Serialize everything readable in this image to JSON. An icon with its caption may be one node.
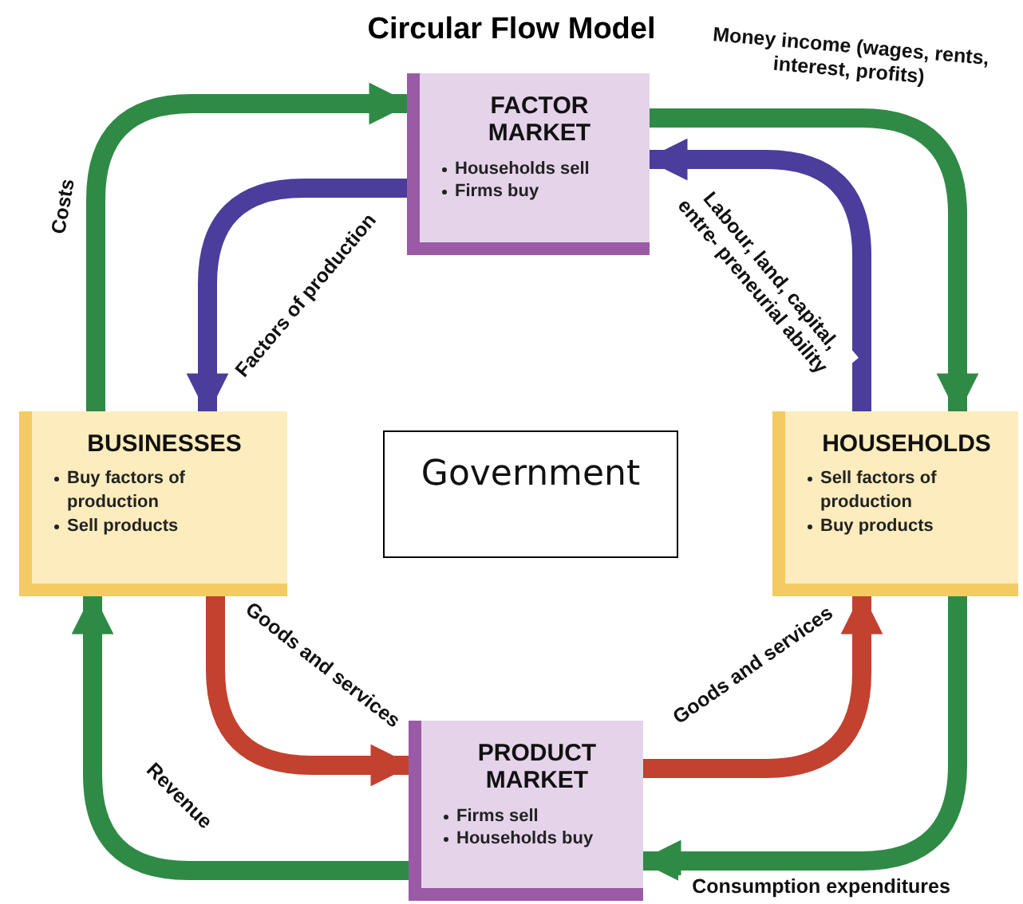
{
  "diagram": {
    "title": "Circular Flow Model",
    "nodes": [
      {
        "text": [
          "FACTOR MARKET",
          "Households sell",
          "Firms buy"
        ]
      },
      {
        "text": [
          "BUSINESSES",
          "Buy factors of production",
          "Sell products"
        ]
      },
      {
        "text": [
          "Government"
        ]
      },
      {
        "text": [
          "HOUSEHOLDS",
          "Sell factors of production",
          "Buy products"
        ]
      },
      {
        "text": [
          "PRODUCT MARKET",
          "Firms sell",
          "Households buy"
        ]
      }
    ],
    "edges": [
      {
        "from": 1,
        "to": 0,
        "arrow": "to",
        "label": "Costs"
      },
      {
        "from": 0,
        "to": 1,
        "arrow": "to",
        "label": "Factors of production",
        "color": "#4a3d9c"
      },
      {
        "from": 0,
        "to": 3,
        "arrow": "to",
        "label": "Money income (wages, rents, interest, profits)"
      },
      {
        "from": 3,
        "to": 0,
        "arrow": "to",
        "label": "Labour, land, capital, entre- preneurial ability",
        "color": "#4a3d9c"
      },
      {
        "from": 1,
        "to": 4,
        "arrow": "to",
        "label": "Goods and services",
        "color": "#c2412f"
      },
      {
        "from": 4,
        "to": 3,
        "arrow": "to",
        "label": "Goods and services",
        "color": "#c2412f"
      },
      {
        "from": 3,
        "to": 4,
        "arrow": "to",
        "label": "Consumption expenditures"
      },
      {
        "from": 4,
        "to": 1,
        "arrow": "to",
        "label": "Revenue"
      }
    ]
  }
}
